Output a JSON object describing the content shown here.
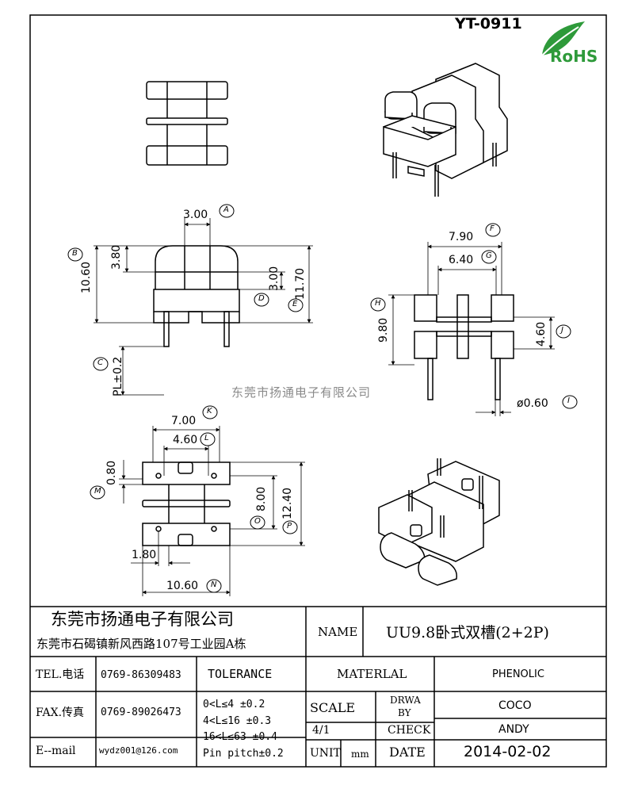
{
  "header": {
    "drawing_number": "YT-0911",
    "rohs_label": "RoHS",
    "rohs_icon": "leaf-icon",
    "watermark": "东莞市扬通电子有限公司"
  },
  "dimensions": {
    "A": {
      "label": "A",
      "value": "3.00"
    },
    "B": {
      "label": "B",
      "value": "3.80"
    },
    "B2": {
      "value": "10.60"
    },
    "D": {
      "label": "D",
      "value": "3.00"
    },
    "E": {
      "label": "E",
      "value": "11.70"
    },
    "C": {
      "label": "C",
      "value": "PL±0.2"
    },
    "F": {
      "label": "F",
      "value": "7.90"
    },
    "G": {
      "label": "G",
      "value": "6.40"
    },
    "H": {
      "label": "H",
      "value": "9.80"
    },
    "J": {
      "label": "J",
      "value": "4.60"
    },
    "I": {
      "label": "I",
      "value": "ø0.60"
    },
    "K": {
      "label": "K",
      "value": "7.00"
    },
    "L": {
      "label": "L",
      "value": "4.60"
    },
    "M": {
      "label": "M",
      "value": "0.80"
    },
    "O": {
      "label": "O",
      "value": "8.00"
    },
    "P": {
      "label": "P",
      "value": "12.40"
    },
    "N": {
      "label": "N",
      "value": "10.60"
    },
    "N2": {
      "value": "1.80"
    }
  },
  "title_block": {
    "company": "东莞市扬通电子有限公司",
    "address": "东莞市石碣镇新风西路107号工业园A栋",
    "name_label": "NAME",
    "name_value": "UU9.8卧式双槽(2+2P)",
    "tel_label": "TEL.电话",
    "tel_value": "0769-86309483",
    "fax_label": "FAX.传真",
    "fax_value": "0769-89026473",
    "email_label": "E--mail",
    "email_value": "wydz001@126.com",
    "tolerance_label": "TOLERANCE",
    "tol_1": "0<L≤4    ±0.2",
    "tol_2": "4<L≤16   ±0.3",
    "tol_3": "16<L≤63 ±0.4",
    "tol_4": "Pin pitch±0.2",
    "material_label": "MATERLAL",
    "material_value": "PHENOLIC",
    "scale_label": "SCALE",
    "scale_value": "4/1",
    "unit_label": "UNIT",
    "unit_value": "mm",
    "drawn_label_1": "DRWA",
    "drawn_label_2": "BY",
    "drawn_value": "COCO",
    "check_label": "CHECK",
    "check_value": "ANDY",
    "date_label": "DATE",
    "date_value": "2014-02-02"
  }
}
